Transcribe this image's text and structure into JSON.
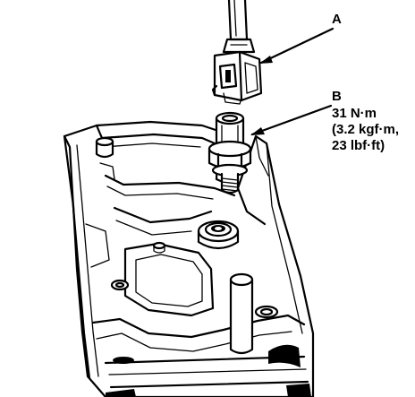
{
  "callouts": {
    "a": {
      "letter": "A"
    },
    "b": {
      "letter": "B",
      "spec_line1": "31 N·m",
      "spec_line2": "(3.2 kgf·m,",
      "spec_line3": "23 lbf·ft)"
    }
  },
  "colors": {
    "ink": "#000000",
    "paper": "#ffffff"
  }
}
